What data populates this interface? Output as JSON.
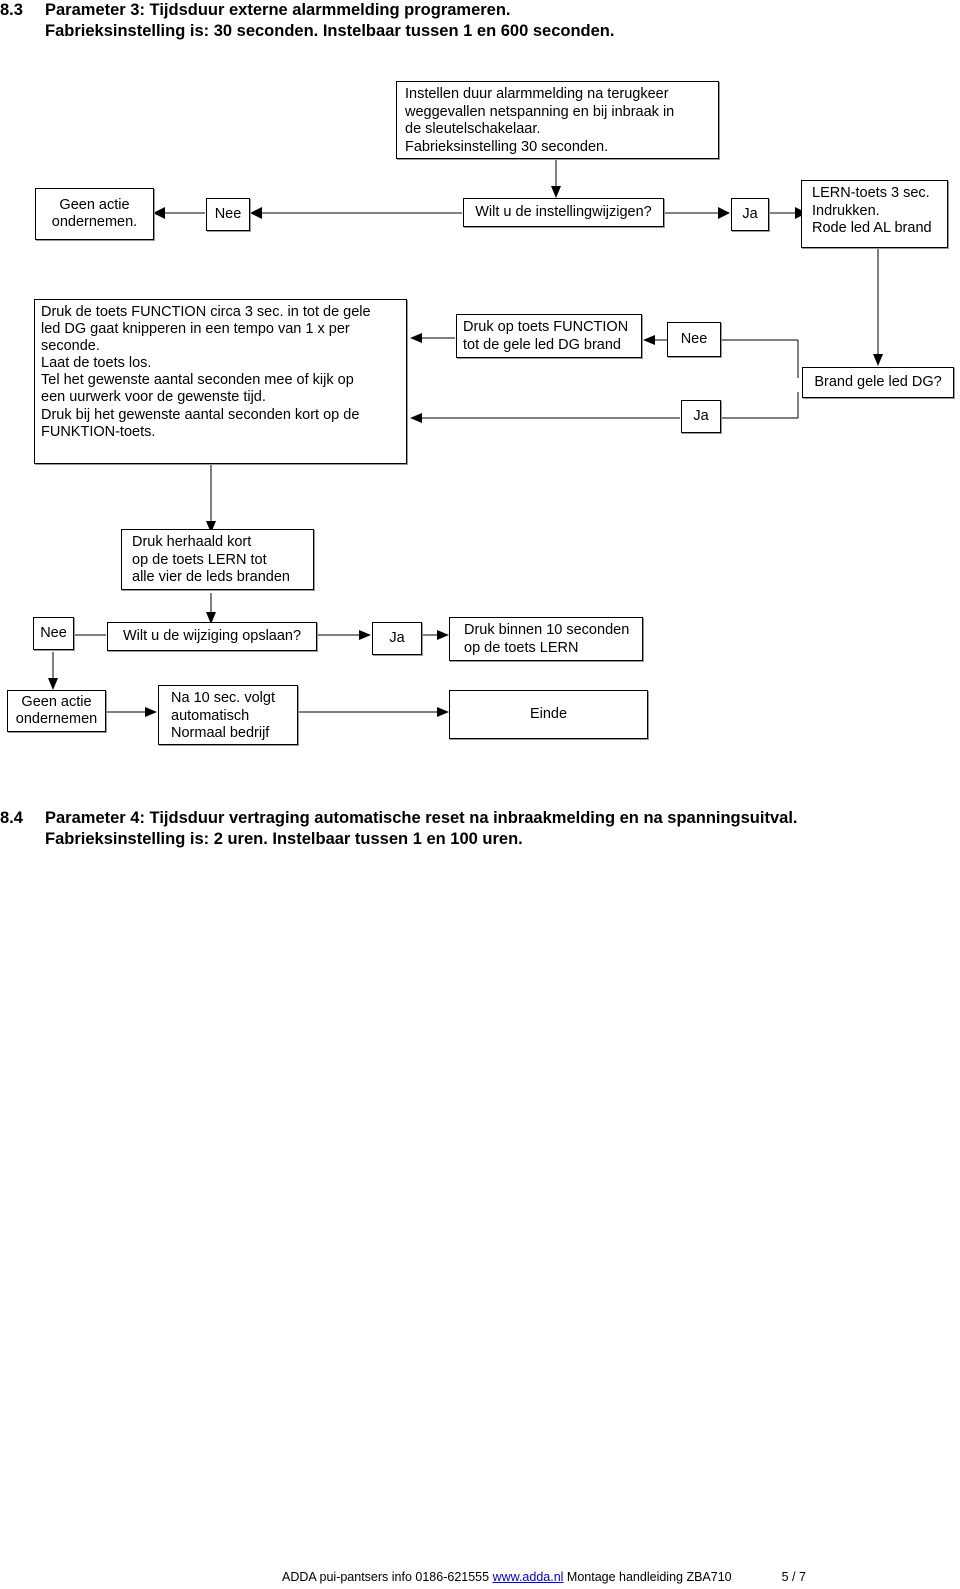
{
  "section_83": {
    "number": "8.3",
    "title": "Parameter 3: Tijdsduur externe alarmmelding programeren.",
    "subtitle": "Fabrieksinstelling is: 30 seconden. Instelbaar tussen 1 en 600 seconden."
  },
  "flow1": {
    "start": "Instellen duur alarmmelding na terugkeer\nweggevallen netspanning en bij inbraak in\nde sleutelschakelaar.\nFabrieksinstelling 30 seconden.",
    "no_action": "Geen actie\nondernemen.",
    "nee": "Nee",
    "question": "Wilt u de instellingwijzigen?",
    "ja": "Ja",
    "lern": "LERN-toets 3 sec.\nIndrukken.\nRode led AL brand",
    "function_instructions": "Druk  de toets FUNCTION circa 3 sec. in tot de gele\nled DG gaat knipperen in een tempo van 1 x per\nseconde.\nLaat de toets los.\nTel het gewenste aantal seconden mee of kijk op\neen uurwerk voor de gewenste tijd.\nDruk bij het gewenste aantal seconden kort op de\nFUNKTION-toets.",
    "press_function": "Druk op toets FUNCTION\ntot de gele led DG brand",
    "nee2": "Nee",
    "ja2": "Ja",
    "question2": "Brand gele led DG?"
  },
  "flow2": {
    "repeat_lern": "Druk herhaald kort\nop de toets  LERN  tot\nalle vier de leds branden",
    "nee": "Nee",
    "question": "Wilt u de wijziging opslaan?",
    "ja": "Ja",
    "press_lern": "Druk binnen 10 seconden\nop de toets LERN",
    "no_action": "Geen actie\nondernemen",
    "auto": "Na 10 sec. volgt\nautomatisch\nNormaal bedrijf",
    "end": "Einde"
  },
  "section_84": {
    "number": "8.4",
    "title": "Parameter 4: Tijdsduur vertraging automatische reset na inbraakmelding en na spanningsuitval.",
    "subtitle": "Fabrieksinstelling is: 2 uren. Instelbaar tussen 1 en 100 uren."
  },
  "footer": {
    "prefix": "ADDA pui-pantsers info 0186-621555 ",
    "link": "www.adda.nl",
    "suffix": " Montage handleiding ZBA710",
    "page": "5 / 7"
  }
}
